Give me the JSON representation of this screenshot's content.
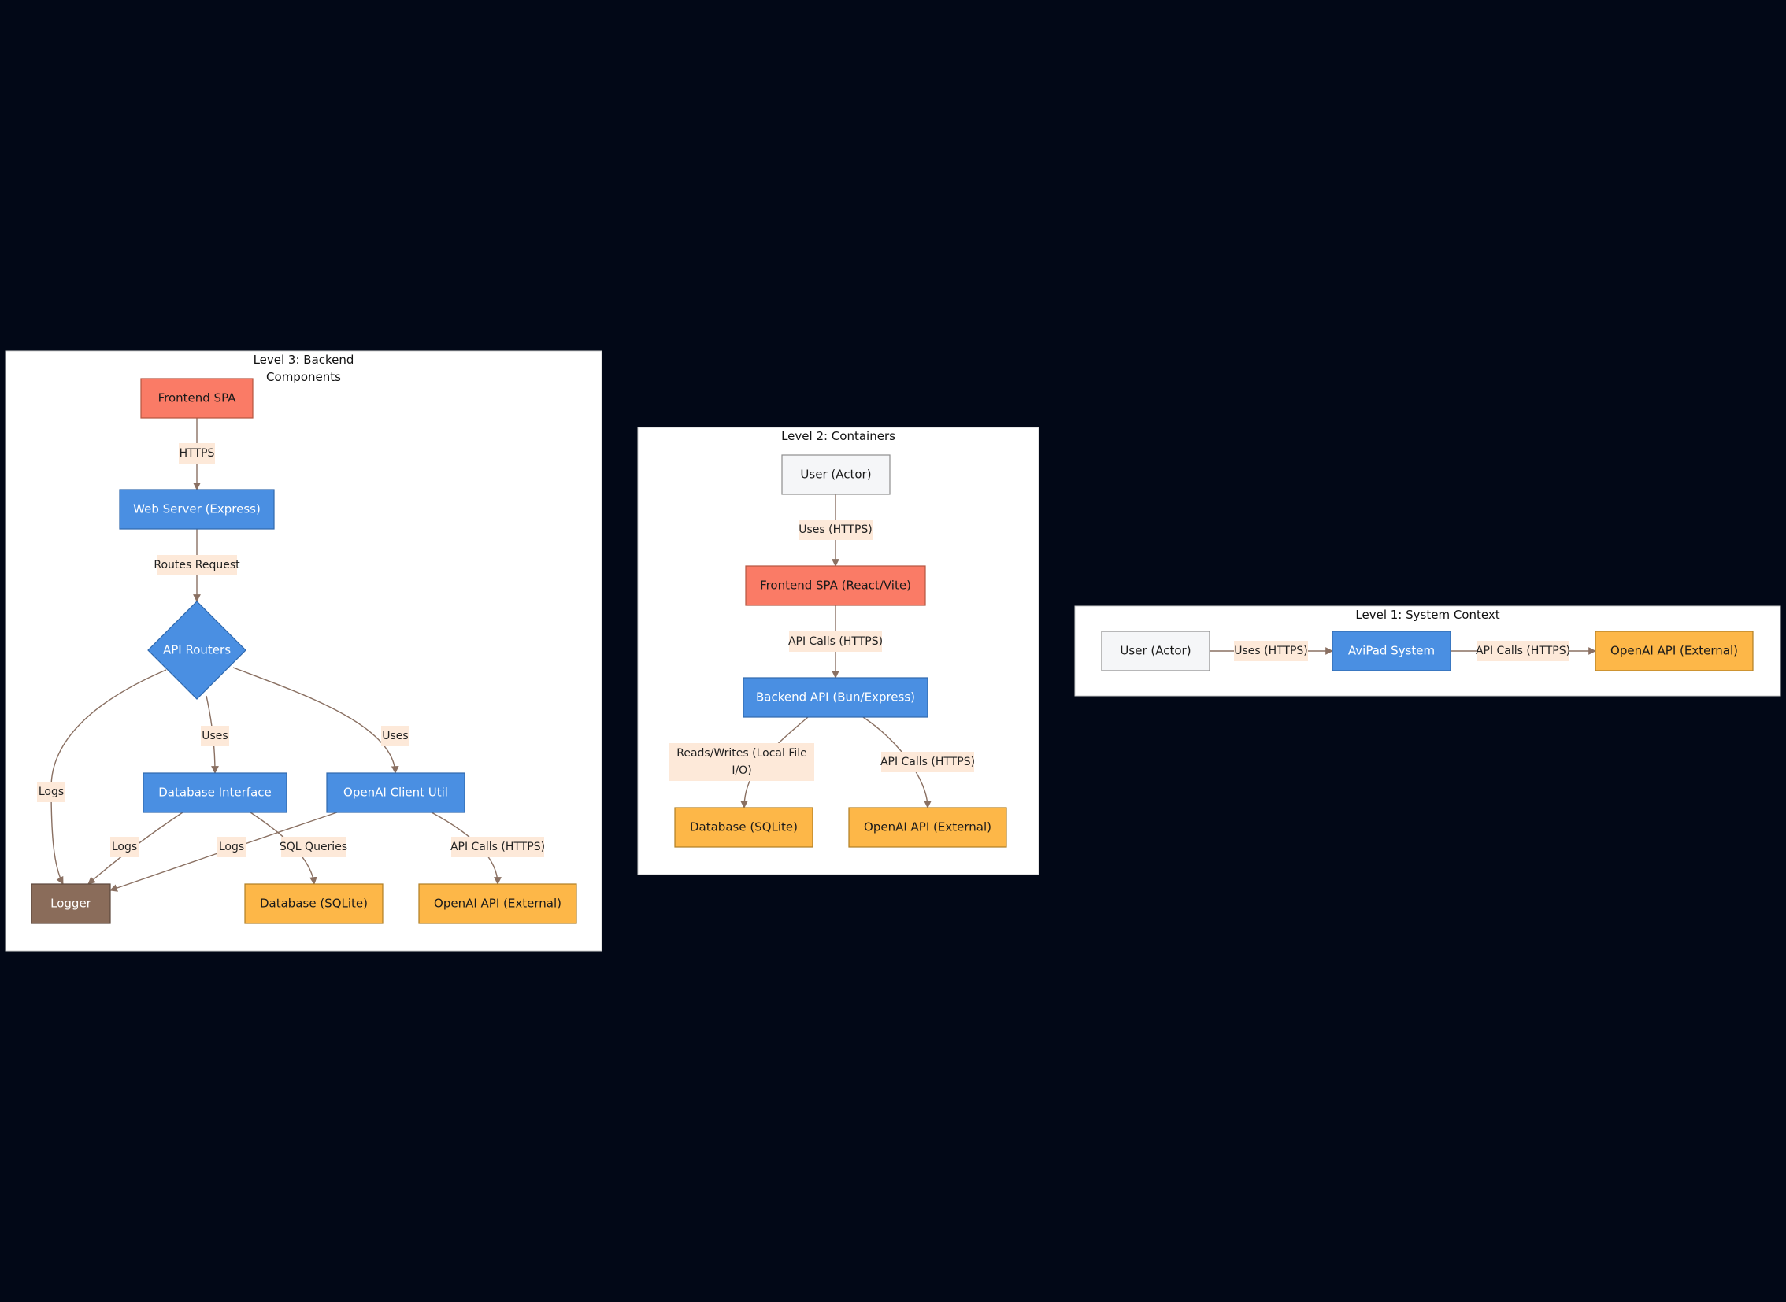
{
  "colors": {
    "background": "#020817",
    "salmon": "#fa7b66",
    "blue": "#4a8fe2",
    "orange": "#fdb748",
    "brown": "#8a6c5a",
    "white": "#f5f6f8",
    "edge": "#8a7062",
    "edge_label_bg": "#fde9d9"
  },
  "frames": [
    {
      "id": "level3",
      "title_lines": [
        "Level 3: Backend",
        "Components"
      ]
    },
    {
      "id": "level2",
      "title_lines": [
        "Level 2: Containers"
      ]
    },
    {
      "id": "level1",
      "title_lines": [
        "Level 1: System Context"
      ]
    }
  ],
  "nodes": [
    {
      "id": "l3_frontend",
      "label": "Frontend SPA",
      "style": "salmon"
    },
    {
      "id": "l3_webserver",
      "label": "Web Server (Express)",
      "style": "blue"
    },
    {
      "id": "l3_routers",
      "label": "API Routers",
      "style": "blue"
    },
    {
      "id": "l3_dbif",
      "label": "Database Interface",
      "style": "blue"
    },
    {
      "id": "l3_openai_util",
      "label": "OpenAI Client Util",
      "style": "blue"
    },
    {
      "id": "l3_logger",
      "label": "Logger",
      "style": "brown"
    },
    {
      "id": "l3_db",
      "label": "Database (SQLite)",
      "style": "orange"
    },
    {
      "id": "l3_openai",
      "label": "OpenAI API (External)",
      "style": "orange"
    },
    {
      "id": "l2_user",
      "label": "User (Actor)",
      "style": "white"
    },
    {
      "id": "l2_frontend",
      "label": "Frontend SPA (React/Vite)",
      "style": "salmon"
    },
    {
      "id": "l2_backend",
      "label": "Backend API (Bun/Express)",
      "style": "blue"
    },
    {
      "id": "l2_db",
      "label": "Database (SQLite)",
      "style": "orange"
    },
    {
      "id": "l2_openai",
      "label": "OpenAI API (External)",
      "style": "orange"
    },
    {
      "id": "l1_user",
      "label": "User (Actor)",
      "style": "white"
    },
    {
      "id": "l1_avipad",
      "label": "AviPad System",
      "style": "blue"
    },
    {
      "id": "l1_openai",
      "label": "OpenAI API (External)",
      "style": "orange"
    }
  ],
  "edges": [
    {
      "id": "e1",
      "from": "l3_frontend",
      "to": "l3_webserver",
      "label_lines": [
        "HTTPS"
      ]
    },
    {
      "id": "e2",
      "from": "l3_webserver",
      "to": "l3_routers",
      "label_lines": [
        "Routes Request"
      ]
    },
    {
      "id": "e3",
      "from": "l3_routers",
      "to": "l3_dbif",
      "label_lines": [
        "Uses"
      ]
    },
    {
      "id": "e4",
      "from": "l3_routers",
      "to": "l3_openai_util",
      "label_lines": [
        "Uses"
      ]
    },
    {
      "id": "e5",
      "from": "l3_routers",
      "to": "l3_logger",
      "label_lines": [
        "Logs"
      ]
    },
    {
      "id": "e6",
      "from": "l3_dbif",
      "to": "l3_logger",
      "label_lines": [
        "Logs"
      ]
    },
    {
      "id": "e7",
      "from": "l3_dbif",
      "to": "l3_db",
      "label_lines": [
        "SQL Queries"
      ]
    },
    {
      "id": "e8",
      "from": "l3_openai_util",
      "to": "l3_logger",
      "label_lines": [
        "Logs"
      ]
    },
    {
      "id": "e9",
      "from": "l3_openai_util",
      "to": "l3_openai",
      "label_lines": [
        "API Calls (HTTPS)"
      ]
    },
    {
      "id": "e10",
      "from": "l2_user",
      "to": "l2_frontend",
      "label_lines": [
        "Uses (HTTPS)"
      ]
    },
    {
      "id": "e11",
      "from": "l2_frontend",
      "to": "l2_backend",
      "label_lines": [
        "API Calls (HTTPS)"
      ]
    },
    {
      "id": "e12",
      "from": "l2_backend",
      "to": "l2_db",
      "label_lines": [
        "Reads/Writes (Local File",
        "I/O)"
      ]
    },
    {
      "id": "e13",
      "from": "l2_backend",
      "to": "l2_openai",
      "label_lines": [
        "API Calls (HTTPS)"
      ]
    },
    {
      "id": "e14",
      "from": "l1_user",
      "to": "l1_avipad",
      "label_lines": [
        "Uses (HTTPS)"
      ]
    },
    {
      "id": "e15",
      "from": "l1_avipad",
      "to": "l1_openai",
      "label_lines": [
        "API Calls (HTTPS)"
      ]
    }
  ]
}
